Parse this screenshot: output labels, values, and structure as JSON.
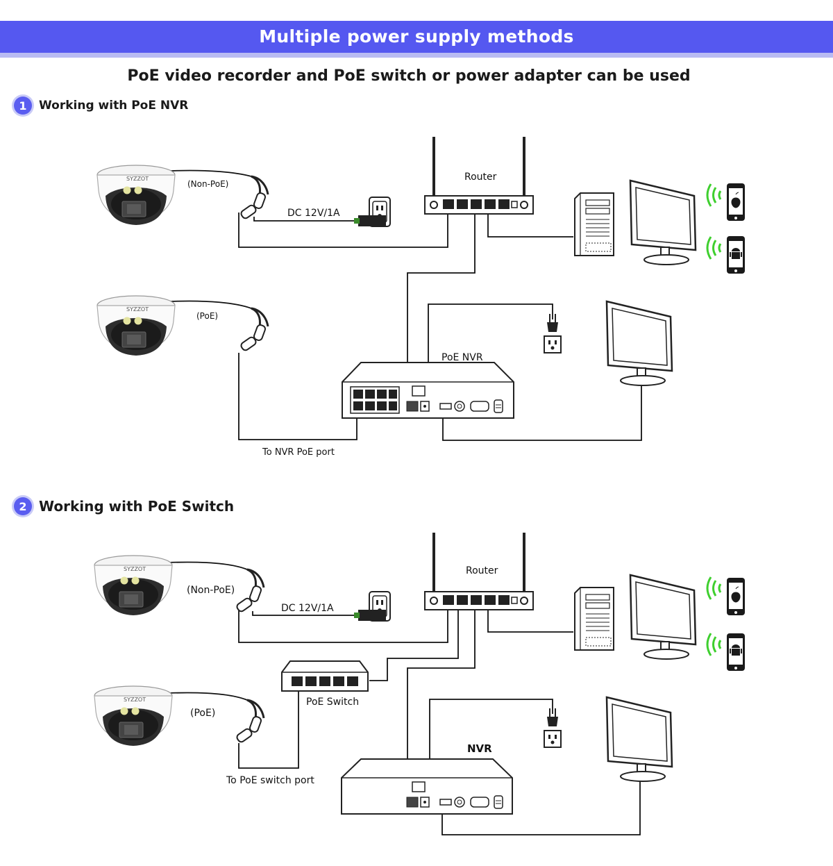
{
  "header": {
    "title": "Multiple power supply methods",
    "subtitle": "PoE video recorder and PoE switch or power adapter can be used",
    "accent_color": "#5558f0"
  },
  "section1": {
    "number": "1",
    "title": "Working with PoE NVR",
    "labels": {
      "non_poe": "(Non-PoE)",
      "dc": "DC 12V/1A",
      "router": "Router",
      "poe": "(PoE)",
      "nvr": "PoE NVR",
      "to_port": "To NVR PoE port"
    }
  },
  "section2": {
    "number": "2",
    "title": "Working with PoE Switch",
    "labels": {
      "non_poe": "(Non-PoE)",
      "dc": "DC 12V/1A",
      "router": "Router",
      "switch": "PoE Switch",
      "poe": "(PoE)",
      "to_port": "To PoE switch port",
      "nvr": "NVR"
    }
  },
  "icons": [
    "dome-camera-icon",
    "power-outlet-icon",
    "power-plug-icon",
    "router-icon",
    "desktop-tower-icon",
    "monitor-icon",
    "iphone-icon",
    "android-phone-icon",
    "wifi-signal-icon",
    "poe-switch-icon",
    "nvr-icon"
  ],
  "colors": {
    "wifi": "#3fcf2f",
    "badge": "#5a5df0"
  }
}
